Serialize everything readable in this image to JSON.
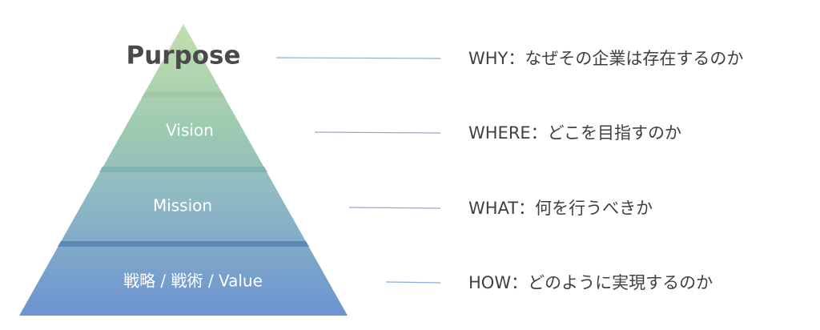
{
  "pyramid": {
    "levels": [
      {
        "label": "Purpose",
        "description": "WHY：なぜその企業は存在するのか"
      },
      {
        "label": "Vision",
        "description": "WHERE：どこを目指すのか"
      },
      {
        "label": "Mission",
        "description": "WHAT：何を行うべきか"
      },
      {
        "label": "戦略 / 戦術 / Value",
        "description": "HOW：どのように実現するのか"
      }
    ]
  }
}
